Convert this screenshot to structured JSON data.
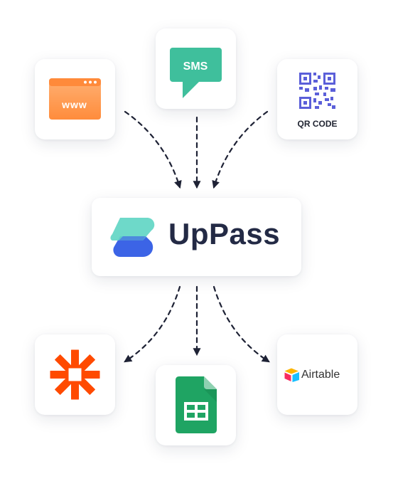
{
  "colors": {
    "connector": "#1e2235",
    "www": "#ff9a52",
    "sms": "#3fbf9c",
    "qr": "#5b5fd9",
    "uppass_text": "#232a45",
    "uppass_blue": "#3c64e6",
    "uppass_teal": "#62d6c4",
    "zapier": "#ff4a00",
    "sheets": "#1fa463"
  },
  "sources": [
    {
      "id": "www",
      "label": "www",
      "icon": "browser-window-icon"
    },
    {
      "id": "sms",
      "label": "SMS",
      "icon": "chat-bubble-icon"
    },
    {
      "id": "qr",
      "label": "QR CODE",
      "icon": "qr-code-icon"
    }
  ],
  "hub": {
    "name": "UpPass",
    "icon": "uppass-logo-icon"
  },
  "destinations": [
    {
      "id": "zapier",
      "icon": "zapier-logo-icon"
    },
    {
      "id": "sheets",
      "icon": "google-sheets-icon"
    },
    {
      "id": "airtable",
      "label": "Airtable",
      "icon": "airtable-logo-icon"
    }
  ]
}
